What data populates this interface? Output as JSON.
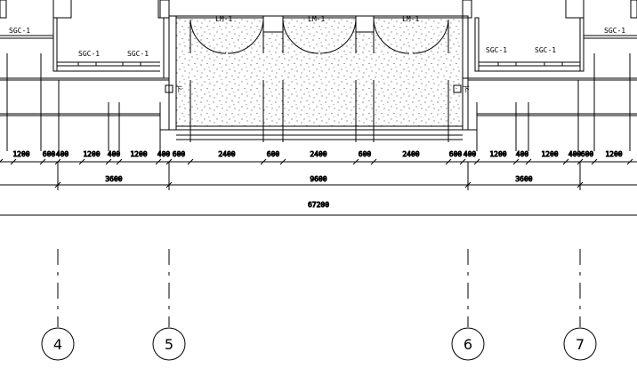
{
  "labels": {
    "sgc_left_outer": "SGC-1",
    "sgc_left_a": "SGC-1",
    "sgc_left_b": "SGC-1",
    "sgc_right_a": "SGC-1",
    "sgc_right_b": "SGC-1",
    "sgc_right_outer": "SGC-1",
    "door_1": "LM-1",
    "door_2": "LM-1",
    "door_3": "LM-1",
    "down_left": "下",
    "down_right": "下"
  },
  "dimensions": {
    "row1": [
      "1200",
      "600",
      "400",
      "1200",
      "400",
      "1200",
      "400",
      "600",
      "2400",
      "600",
      "2400",
      "600",
      "2400",
      "600",
      "400",
      "1200",
      "400",
      "1200",
      "400",
      "600",
      "1200"
    ],
    "row2": [
      "3600",
      "9600",
      "3600"
    ],
    "row3": "67200"
  },
  "grid_axes": [
    "4",
    "5",
    "6",
    "7"
  ],
  "colors": {
    "line": "#000000",
    "background": "#ffffff"
  }
}
